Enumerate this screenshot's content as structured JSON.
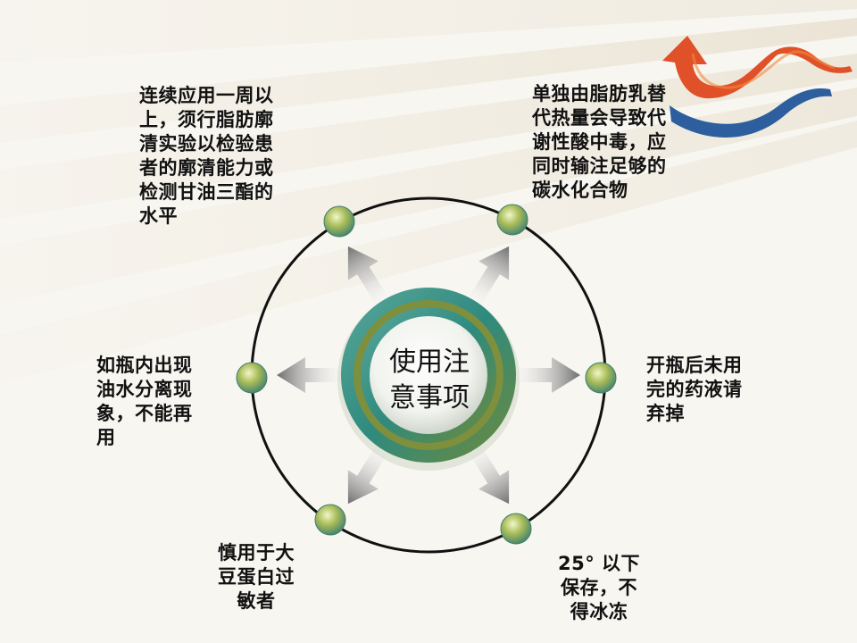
{
  "diagram": {
    "center_label": "使用注\n意事项",
    "notes": {
      "top_left": "连续应用一周以\n上，须行脂肪廓\n清实验以检验患\n者的廓清能力或\n检测甘油三酯的\n水平",
      "top_right": "单独由脂肪乳替\n代热量会导致代\n谢性酸中毒，应\n同时输注足够的\n碳水化合物",
      "left": "如瓶内出现\n油水分离现\n象，不能再\n用",
      "right": "开瓶后未用\n完的药液请\n弃掉",
      "bottom_left": "慎用于大\n豆蛋白过\n敏者",
      "bottom_right": "25° 以下\n保存，不\n得冰冻"
    }
  },
  "colors": {
    "node": "#8aa24a",
    "ring": "#3f8f86",
    "arrow": "#7d7d7d",
    "orange_arrow": "#e0512a",
    "blue_arrow": "#2d5f9e"
  }
}
